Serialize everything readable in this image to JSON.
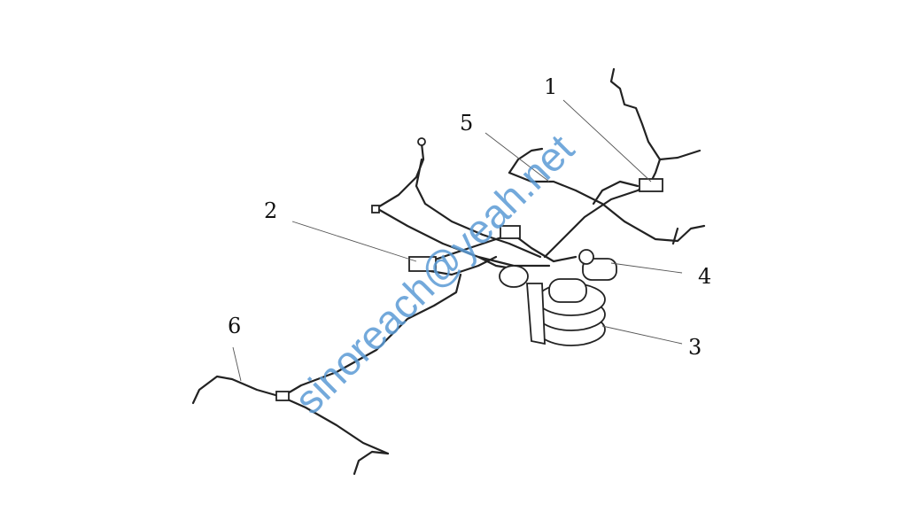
{
  "diagram": {
    "callouts": [
      {
        "id": "1",
        "text": "1"
      },
      {
        "id": "2",
        "text": "2"
      },
      {
        "id": "3",
        "text": "3"
      },
      {
        "id": "4",
        "text": "4"
      },
      {
        "id": "5",
        "text": "5"
      },
      {
        "id": "6",
        "text": "6"
      }
    ],
    "watermark": "sinoreach@yeah.net",
    "watermark_color": "#5b9bd5"
  }
}
